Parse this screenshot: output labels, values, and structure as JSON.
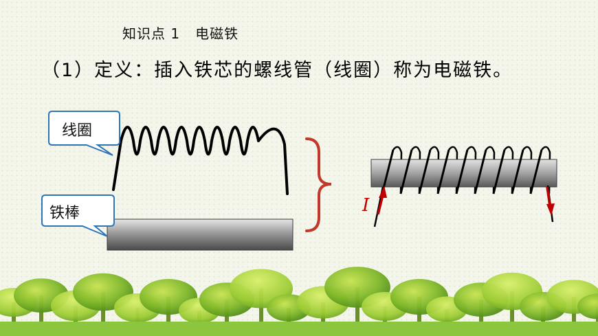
{
  "header": {
    "topic": "知识点 1   电磁铁"
  },
  "definition": {
    "text": "（1）定义：插入铁芯的螺线管（线圈）称为电磁铁。"
  },
  "callouts": {
    "coil": "线圈",
    "iron_rod": "铁棒"
  },
  "solenoid": {
    "current_symbol": "I"
  },
  "colors": {
    "bracket": "#c0392b",
    "current_arrow": "#c00000",
    "callout_border": "#2e75b6",
    "coil": "#000000"
  }
}
